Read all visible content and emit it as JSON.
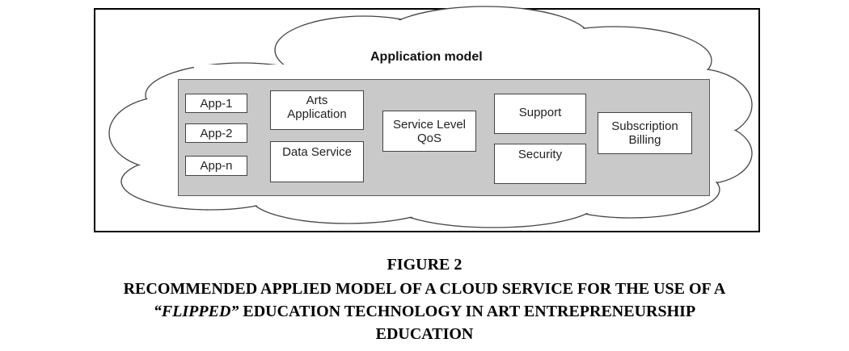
{
  "diagram": {
    "title": "Application model",
    "apps": [
      "App-1",
      "App-2",
      "App-n"
    ],
    "arts_application": [
      "Arts",
      "Application"
    ],
    "data_service": "Data Service",
    "service_level": [
      "Service Level",
      "QoS"
    ],
    "support": "Support",
    "security": "Security",
    "subscription_billing": [
      "Subscription",
      "Billing"
    ]
  },
  "caption": {
    "figure_label": "FIGURE 2",
    "line1": "RECOMMENDED APPLIED MODEL OF A CLOUD SERVICE FOR THE USE OF A",
    "line2_italic": "“FLIPPED”",
    "line2_rest": " EDUCATION TECHNOLOGY IN ART ENTREPRENEURSHIP",
    "line3": "EDUCATION"
  }
}
